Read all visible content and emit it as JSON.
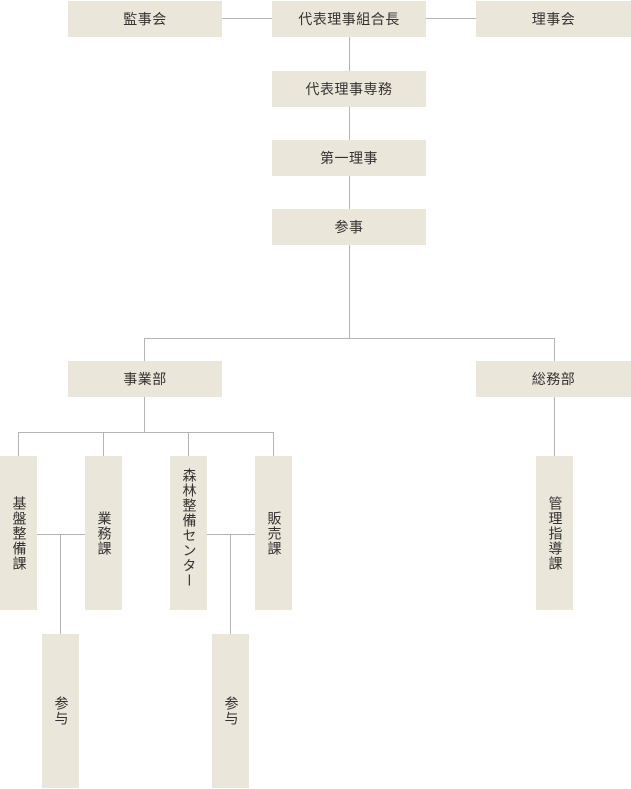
{
  "org_chart": {
    "audit_board": "監事会",
    "chairman": "代表理事組合長",
    "board": "理事会",
    "managing_director": "代表理事専務",
    "first_director": "第一理事",
    "counselor": "参事",
    "business_department": "事業部",
    "general_affairs_department": "総務部",
    "infrastructure_section": "基盤整備課",
    "operations_section": "業務課",
    "forest_center": "森林整備センター",
    "sales_section": "販売課",
    "management_guidance_section": "管理指導課",
    "advisor_left": "参与",
    "advisor_right": "参与"
  },
  "colors": {
    "box_fill": "#ebe6da",
    "line": "#b5b5b5",
    "text": "#333333"
  }
}
